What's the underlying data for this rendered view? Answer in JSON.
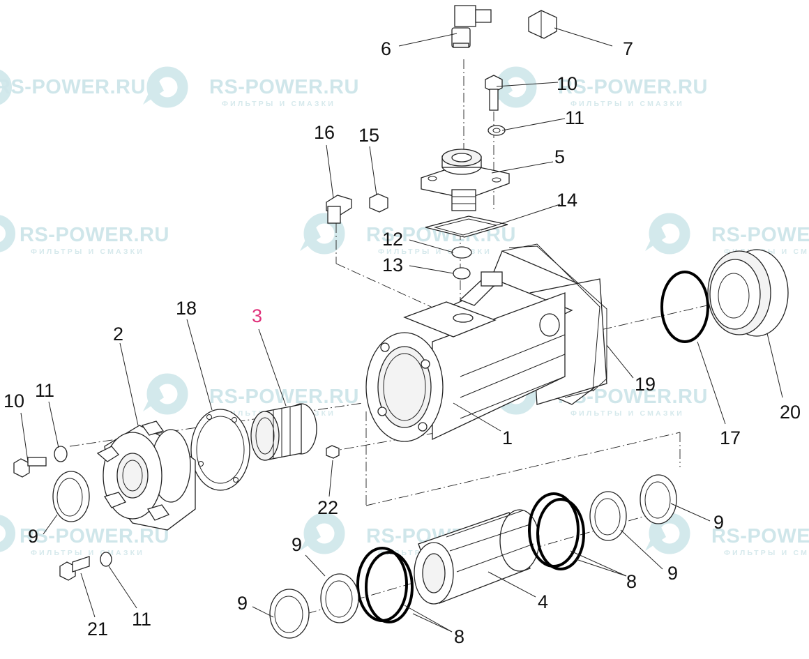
{
  "watermark": {
    "text": "RS-POWER.RU",
    "subtext": "ФИЛЬТРЫ И СМАЗКИ"
  },
  "colors": {
    "highlight": "#e0307a",
    "watermark": "#cfe6ea",
    "line": "#222222"
  },
  "callouts": [
    {
      "id": "6",
      "label": "6"
    },
    {
      "id": "7",
      "label": "7"
    },
    {
      "id": "10a",
      "label": "10"
    },
    {
      "id": "11a",
      "label": "11"
    },
    {
      "id": "5",
      "label": "5"
    },
    {
      "id": "16",
      "label": "16"
    },
    {
      "id": "15",
      "label": "15"
    },
    {
      "id": "14",
      "label": "14"
    },
    {
      "id": "12",
      "label": "12"
    },
    {
      "id": "13",
      "label": "13"
    },
    {
      "id": "18",
      "label": "18"
    },
    {
      "id": "3",
      "label": "3",
      "highlighted": true
    },
    {
      "id": "2",
      "label": "2"
    },
    {
      "id": "19",
      "label": "19"
    },
    {
      "id": "20",
      "label": "20"
    },
    {
      "id": "17",
      "label": "17"
    },
    {
      "id": "1",
      "label": "1"
    },
    {
      "id": "10b",
      "label": "10"
    },
    {
      "id": "11b",
      "label": "11"
    },
    {
      "id": "9a",
      "label": "9"
    },
    {
      "id": "22",
      "label": "22"
    },
    {
      "id": "9b",
      "label": "9"
    },
    {
      "id": "9c",
      "label": "9"
    },
    {
      "id": "9d",
      "label": "9"
    },
    {
      "id": "9e",
      "label": "9"
    },
    {
      "id": "8a",
      "label": "8"
    },
    {
      "id": "8b",
      "label": "8"
    },
    {
      "id": "4",
      "label": "4"
    },
    {
      "id": "21",
      "label": "21"
    },
    {
      "id": "11c",
      "label": "11"
    }
  ]
}
